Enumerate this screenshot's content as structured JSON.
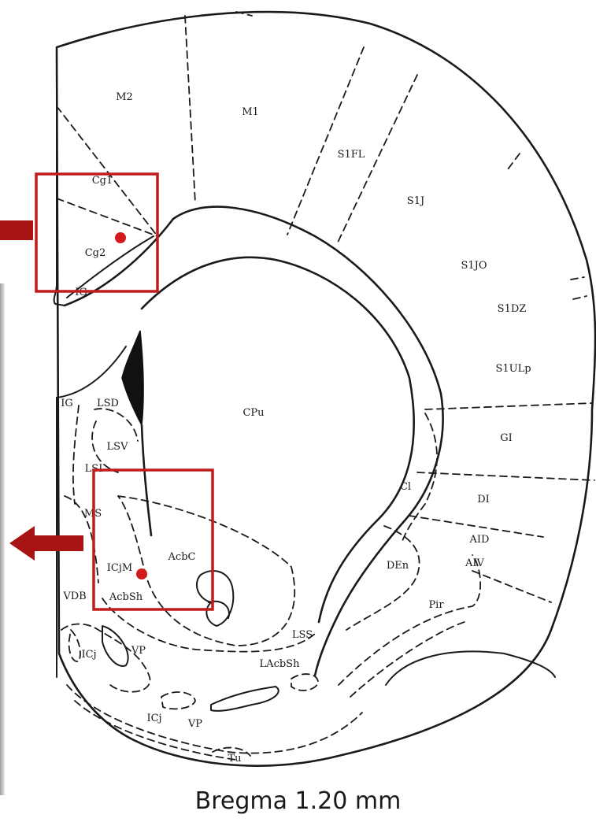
{
  "colors": {
    "roi_box": "#c01c1c",
    "injection_dot": "#d21a1a",
    "arrow": "#a81414"
  },
  "regions": {
    "m2": "M2",
    "m1": "M1",
    "s1fl": "S1FL",
    "s1j": "S1J",
    "s1jo": "S1JO",
    "s1dz": "S1DZ",
    "s1ulp": "S1ULp",
    "cg1": "Cg1",
    "cg2": "Cg2",
    "ig_top": "IG",
    "ig_bottom": "IG",
    "lsd": "LSD",
    "lsv": "LSV",
    "lsi": "LSI",
    "ms": "MS",
    "cpu": "CPu",
    "gi": "GI",
    "cl": "Cl",
    "di": "DI",
    "aid": "AID",
    "aiv": "AIV",
    "den": "DEn",
    "pir": "Pir",
    "icjm": "ICjM",
    "acbc": "AcbC",
    "vdb": "VDB",
    "acbsh": "AcbSh",
    "lss": "LSS",
    "lacbsh": "LAcbSh",
    "icj_left": "ICj",
    "vp_left": "VP",
    "icj_bottom": "ICj",
    "vp_bottom": "VP",
    "tu": "Tu"
  },
  "caption": "Bregma 1.20 mm"
}
